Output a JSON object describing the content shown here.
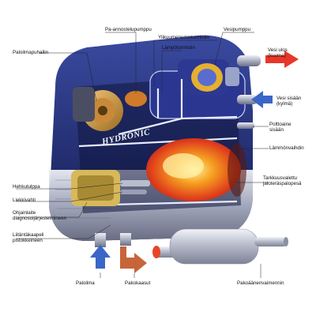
{
  "brand_text": "HYDRONIC",
  "labels": {
    "paloilmapuhallin": "Paloilmapuhallin",
    "pa_annostelupumppu": "Pa-annostelupumppu",
    "ylikuumenemistunnistin": "Ylikuumenemistunnistin",
    "vesipumppu": "Vesipumppu",
    "lampotunnistin": "Lämpötunnistin",
    "vesi_ulos": "Vesi ulos",
    "vesi_ulos_sub": "(kuuma)",
    "vesi_sisaan": "Vesi sisään",
    "vesi_sisaan_sub": "(kylmä)",
    "polttoaine": "Polttoaine",
    "polttoaine_sub": "sisään",
    "lammonvaihdin": "Lämmönvaihdin",
    "tarkkuusvalettu": "Tarkkuusvalettu",
    "tarkkuusvalettu_sub": "jaloteräspalopesä",
    "hehkutulppa": "Hehkutulppa",
    "liekkivahti": "Liekkivahti",
    "ohjainlaite": "Ohjainlaite",
    "ohjainlaite_sub": "diagnosoijärjestelmineen",
    "liitantakaapeli": "Liitäntäkaapeli",
    "liitantakaapeli_sub": "pistokkeineen",
    "paloilma": "Paloilma",
    "pakokaasut": "Pakokaasut",
    "pakoaanenvaimennin": "Pakoäänenvaimennin"
  },
  "colors": {
    "housing_navy": "#1f2a6b",
    "hot_arrow": "#e8362a",
    "cold_arrow": "#3a66c8",
    "exhaust_arrow": "#c8643a",
    "flame": "#f08a1c"
  }
}
